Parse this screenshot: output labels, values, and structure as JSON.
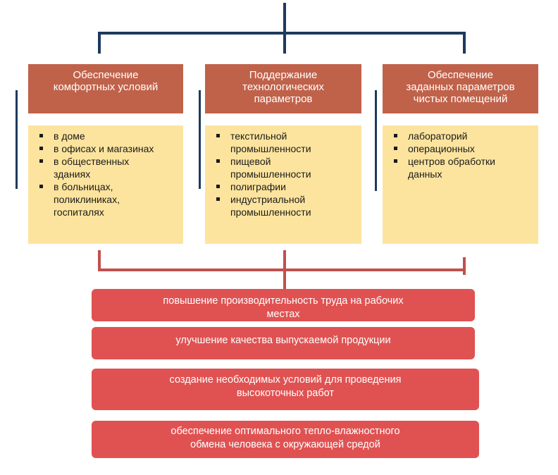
{
  "colors": {
    "connector_top": "#1d3a5c",
    "connector_bottom": "#c0504d",
    "header_fill": "#c0624a",
    "body_fill": "#fde49e",
    "result_fill": "#e05252"
  },
  "columns": [
    {
      "title": "Обеспечение\nкомфортных условий",
      "items": [
        "в доме",
        "в офисах и магазинах",
        "в общественных\nзданиях",
        "в больницах,\nполиклиниках,\nгоспиталях"
      ]
    },
    {
      "title": "Поддержание\nтехнологических\nпараметров",
      "items": [
        "текстильной\nпромышленности",
        "пищевой\nпромышленности",
        "полиграфии",
        "индустриальной\nпромышленности"
      ]
    },
    {
      "title": "Обеспечение\nзаданных параметров\nчистых помещений",
      "items": [
        "лабораторий",
        "операционных",
        "центров обработки\nданных"
      ]
    }
  ],
  "results": [
    "повышение производительность труда на рабочих\nместах",
    "улучшение качества выпускаемой продукции",
    "создание необходимых условий для проведения\nвысокоточных работ",
    "обеспечение оптимального тепло-влажностного\nобмена человека с окружающей средой"
  ]
}
